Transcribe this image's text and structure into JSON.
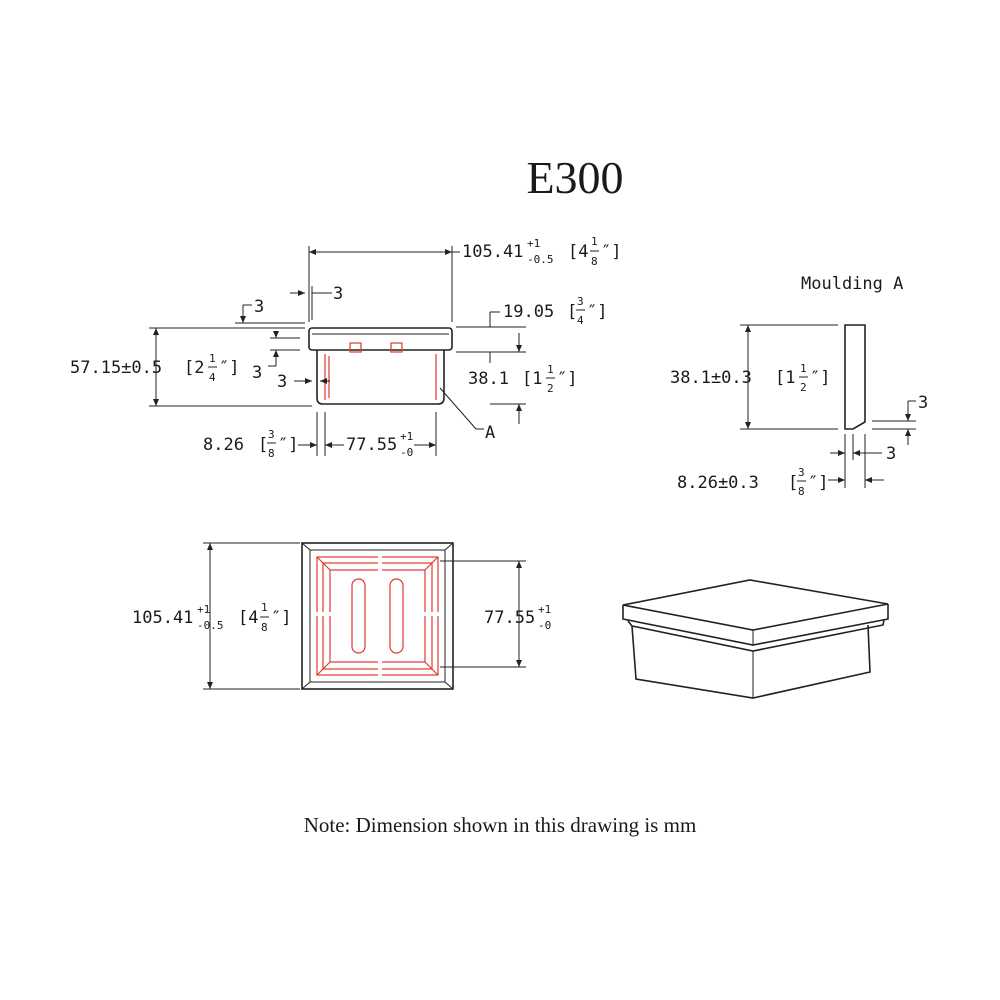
{
  "title": "E300",
  "note": "Note: Dimension shown in this drawing is mm",
  "colors": {
    "line": "#222222",
    "hidden": "#e0392b",
    "background": "#ffffff"
  },
  "front_view": {
    "overall_width": {
      "value": "105.41",
      "tol_plus": "+1",
      "tol_minus": "-0.5",
      "imperial_whole": "4",
      "imperial_num": "1",
      "imperial_den": "8"
    },
    "inset_3_top": "3",
    "inset_3_left": "3",
    "inset_3_mid": "3",
    "inset_3_lower": "3",
    "cap_height": {
      "value": "19.05",
      "imperial_num": "3",
      "imperial_den": "4"
    },
    "overall_height": {
      "value": "57.15±0.5",
      "imperial_whole": "2",
      "imperial_num": "1",
      "imperial_den": "4"
    },
    "body_height": {
      "value": "38.1",
      "imperial_whole": "1",
      "imperial_num": "1",
      "imperial_den": "2"
    },
    "wall": {
      "value": "8.26",
      "imperial_num": "3",
      "imperial_den": "8"
    },
    "inner_width": {
      "value": "77.55",
      "tol_plus": "+1",
      "tol_minus": "-0"
    },
    "callout": "A"
  },
  "moulding": {
    "label": "Moulding A",
    "height": {
      "value": "38.1±0.3",
      "imperial_whole": "1",
      "imperial_num": "1",
      "imperial_den": "2"
    },
    "chamfer_v": "3",
    "chamfer_h": "3",
    "thickness": {
      "value": "8.26±0.3",
      "imperial_num": "3",
      "imperial_den": "8"
    }
  },
  "bottom_view": {
    "overall": {
      "value": "105.41",
      "tol_plus": "+1",
      "tol_minus": "-0.5",
      "imperial_whole": "4",
      "imperial_num": "1",
      "imperial_den": "8"
    },
    "inner": {
      "value": "77.55",
      "tol_plus": "+1",
      "tol_minus": "-0"
    }
  }
}
